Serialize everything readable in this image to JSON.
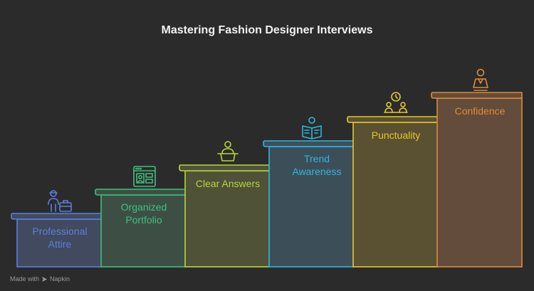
{
  "title": "Mastering Fashion Designer Interviews",
  "steps": [
    {
      "label_lines": [
        "Professional",
        "Attire"
      ],
      "icon": "person-with-briefcase-icon",
      "color": "#5b7fe0",
      "fill": "#424a5f"
    },
    {
      "label_lines": [
        "Organized",
        "Portfolio"
      ],
      "icon": "portfolio-window-icon",
      "color": "#3fbf7f",
      "fill": "#3d4f45"
    },
    {
      "label_lines": [
        "Clear Answers"
      ],
      "icon": "speaker-podium-icon",
      "color": "#b7d43c",
      "fill": "#4f5237"
    },
    {
      "label_lines": [
        "Trend",
        "Awareness"
      ],
      "icon": "person-reading-icon",
      "color": "#2fb6dd",
      "fill": "#3c4f59"
    },
    {
      "label_lines": [
        "Punctuality"
      ],
      "icon": "meeting-clock-icon",
      "color": "#e6c82a",
      "fill": "#5a5032"
    },
    {
      "label_lines": [
        "Confidence"
      ],
      "icon": "confident-person-icon",
      "color": "#e08a3a",
      "fill": "#634c3b"
    }
  ],
  "footer": {
    "made_with": "Made with",
    "brand": "Napkin"
  }
}
